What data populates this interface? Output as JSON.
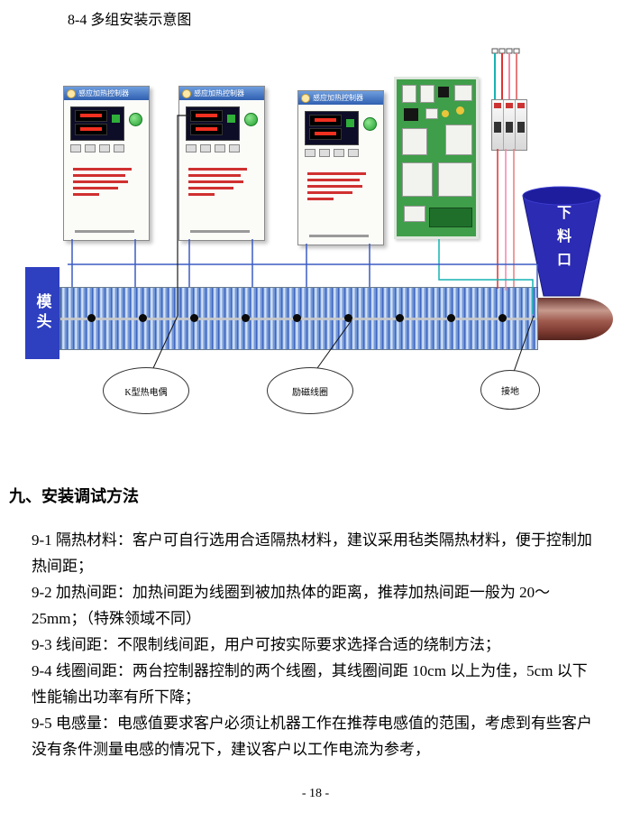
{
  "document": {
    "figure_caption": "8-4 多组安装示意图",
    "section_heading": "九、安装调试方法",
    "paragraphs": [
      "9-1 隔热材料：客户可自行选用合适隔热材料，建议采用毡类隔热材料，便于控制加热间距；",
      "9-2 加热间距：加热间距为线圈到被加热体的距离，推荐加热间距一般为 20～25mm；（特殊领域不同）",
      "9-3 线间距：不限制线间距，用户可按实际要求选择合适的绕制方法；",
      "9-4 线圈间距：两台控制器控制的两个线圈，其线圈间距 10cm 以上为佳，5cm 以下性能输出功率有所下降；",
      "9-5 电感量：电感值要求客户必须让机器工作在推荐电感值的范围，考虑到有些客户没有条件测量电感的情况下，建议客户以工作电流为参考，"
    ],
    "page_number": "- 18 -"
  },
  "diagram": {
    "controllers": [
      {
        "title": "感应加热控制器"
      },
      {
        "title": "感应加热控制器"
      },
      {
        "title": "感应加热控制器"
      }
    ],
    "die_head_label": "模头",
    "hopper_label": "下料口",
    "callouts": [
      "K型热电偶",
      "励磁线圈",
      "接地"
    ],
    "colors": {
      "funnel_blue": "#2b2bb4",
      "die_head_blue": "#2e3fc0",
      "coil_blue": "#6f94d6",
      "pipe_maroon": "#7c3a30",
      "pcb_green": "#3f9e49"
    }
  }
}
